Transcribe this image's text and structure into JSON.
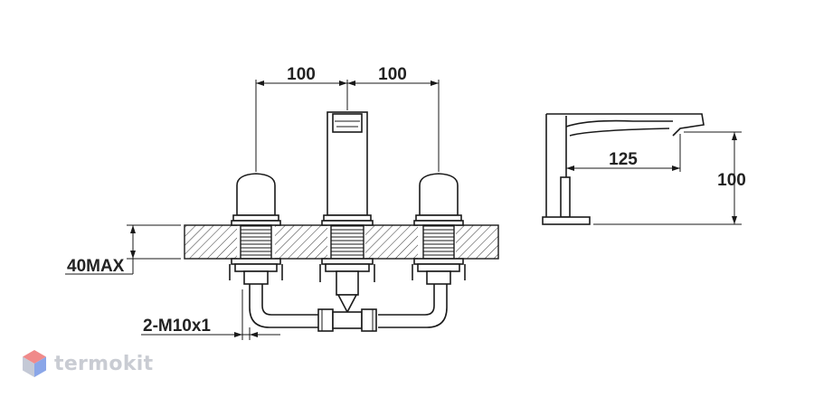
{
  "dimensions": {
    "spacing_left": "100",
    "spacing_right": "100",
    "deck_max": "40MAX",
    "thread": "2-M10x1",
    "spout_reach": "125",
    "spout_height": "100"
  },
  "brand": {
    "name": "termokit",
    "colors": {
      "top": "#f08a8a",
      "right": "#8aa6e8",
      "left": "#c4c9d6"
    }
  },
  "drawing": {
    "line_color": "#1a1a1a",
    "hatch_color": "#333333"
  }
}
